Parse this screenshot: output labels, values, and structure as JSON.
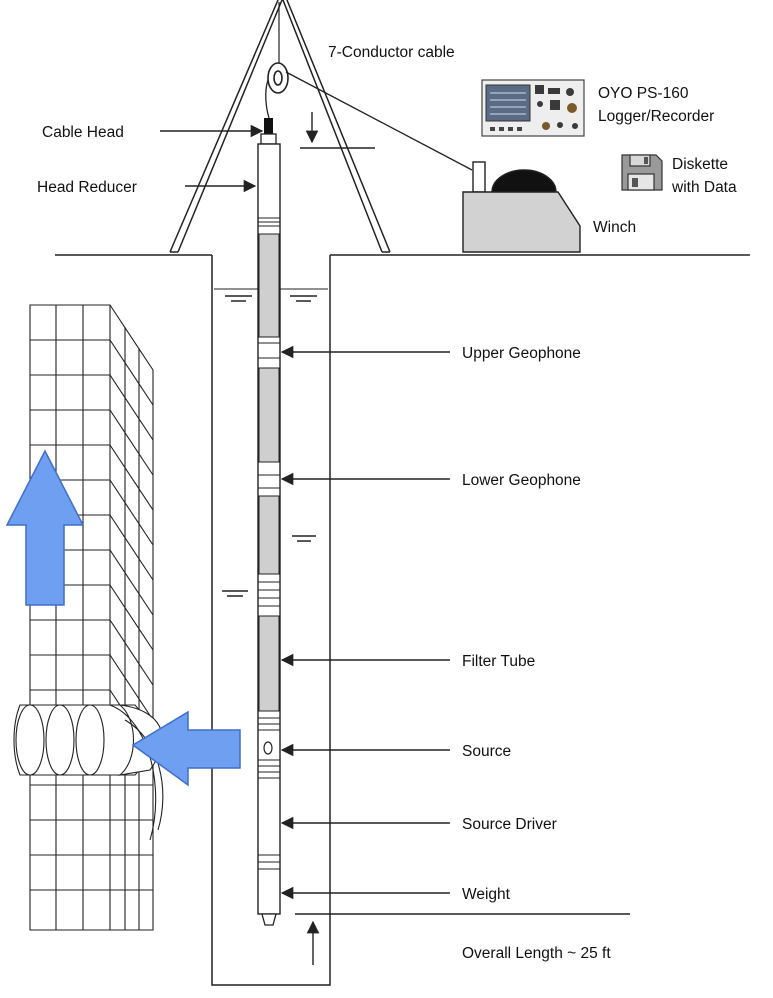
{
  "labels": {
    "cable": "7-Conductor cable",
    "logger_line1": "OYO PS-160",
    "logger_line2": "Logger/Recorder",
    "diskette_line1": "Diskette",
    "diskette_line2": "with Data",
    "winch": "Winch",
    "cable_head": "Cable Head",
    "head_reducer": "Head Reducer",
    "upper_geophone": "Upper Geophone",
    "lower_geophone": "Lower Geophone",
    "filter_tube": "Filter Tube",
    "source": "Source",
    "source_driver": "Source Driver",
    "weight": "Weight",
    "overall_length": "Overall Length ~ 25 ft"
  },
  "colors": {
    "line": "#222222",
    "probe_gray": "#cfcfcf",
    "winch_gray": "#d2d2d2",
    "arrow_blue": "#6f9ff0",
    "arrow_blue_stroke": "#3f6fc8"
  },
  "icons": {
    "logger": "logger-recorder-icon",
    "diskette": "diskette-icon"
  }
}
